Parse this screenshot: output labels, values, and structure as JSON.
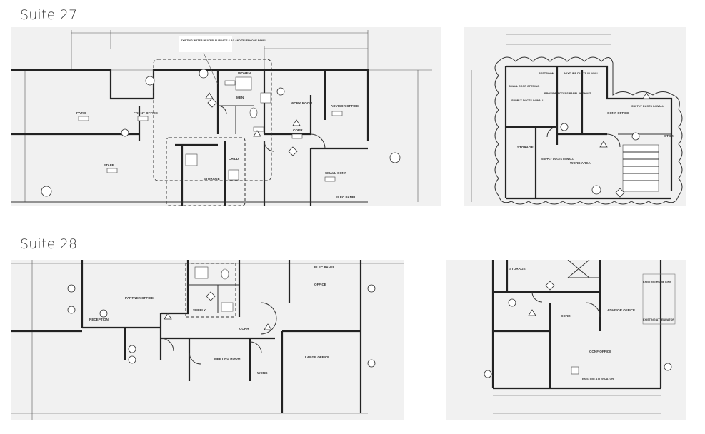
{
  "suites": [
    {
      "title": "Suite 27"
    },
    {
      "title": "Suite 28"
    }
  ],
  "plan27": {
    "note": "EXISTING WATER HEATER, FURNACE & AC AND TELEPHONE PANEL",
    "rooms": [
      "PATIO",
      "FRONT OFFICE",
      "STAFF",
      "WOMEN",
      "MEN",
      "WORK ROOM",
      "ADVISOR OFFICE",
      "CORR",
      "CHILD",
      "STORAGE",
      "SMALL CONF",
      "ELEC PANEL"
    ],
    "right_rooms": [
      "SMALL CONF OPENING",
      "SUPPLY DUCTS IN WALL",
      "RESTROOM",
      "MIXTURE DUCTS IN WALL",
      "PROVIDE ACCESS PANEL IN SHAFT",
      "STORAGE",
      "SUPPLY DUCTS IN WALL",
      "CONF OFFICE",
      "SUPPLY DUCTS IN WALL",
      "WORK AREA",
      "STOR"
    ]
  },
  "plan28": {
    "rooms": [
      "PARTNER OFFICE",
      "RECEPTION",
      "ELEC PANEL",
      "SUPPLY",
      "OFFICE",
      "CORR",
      "MEETING ROOM",
      "WORK",
      "LARGE OFFICE"
    ],
    "right_rooms": [
      "STORAGE",
      "CORR",
      "ADVISOR OFFICE",
      "CONF OFFICE",
      "EXISTING HOME LINE",
      "EXISTING ATTENUATOR",
      "EXISTING ATTENUATOR"
    ]
  }
}
